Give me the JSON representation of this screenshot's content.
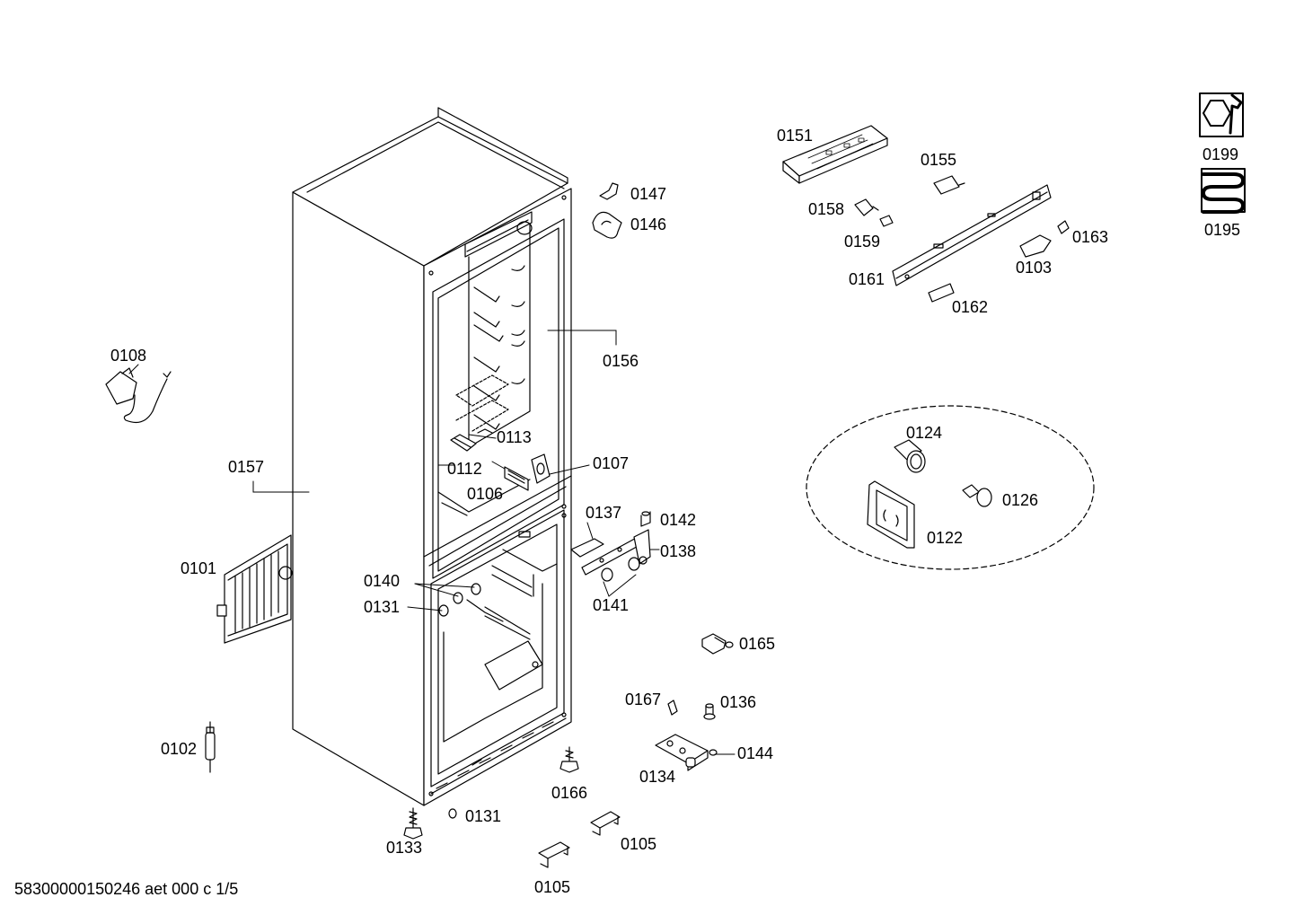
{
  "labels": {
    "p0101": "0101",
    "p0102": "0102",
    "p0103": "0103",
    "p0105a": "0105",
    "p0105b": "0105",
    "p0106": "0106",
    "p0107": "0107",
    "p0108": "0108",
    "p0112": "0112",
    "p0113": "0113",
    "p0122": "0122",
    "p0124": "0124",
    "p0126": "0126",
    "p0131a": "0131",
    "p0131b": "0131",
    "p0133": "0133",
    "p0134": "0134",
    "p0136": "0136",
    "p0137": "0137",
    "p0138": "0138",
    "p0140": "0140",
    "p0141": "0141",
    "p0142": "0142",
    "p0144": "0144",
    "p0146": "0146",
    "p0147": "0147",
    "p0151": "0151",
    "p0155": "0155",
    "p0156": "0156",
    "p0157": "0157",
    "p0158": "0158",
    "p0159": "0159",
    "p0161": "0161",
    "p0162": "0162",
    "p0163": "0163",
    "p0165": "0165",
    "p0166": "0166",
    "p0167": "0167",
    "p0195": "0195",
    "p0199": "0199"
  },
  "icons": {
    "p0199": "wrench-nut-icon",
    "p0195": "heating-coil-icon"
  },
  "footer": {
    "code": "58300000150246 aet 000 c 1/5"
  }
}
